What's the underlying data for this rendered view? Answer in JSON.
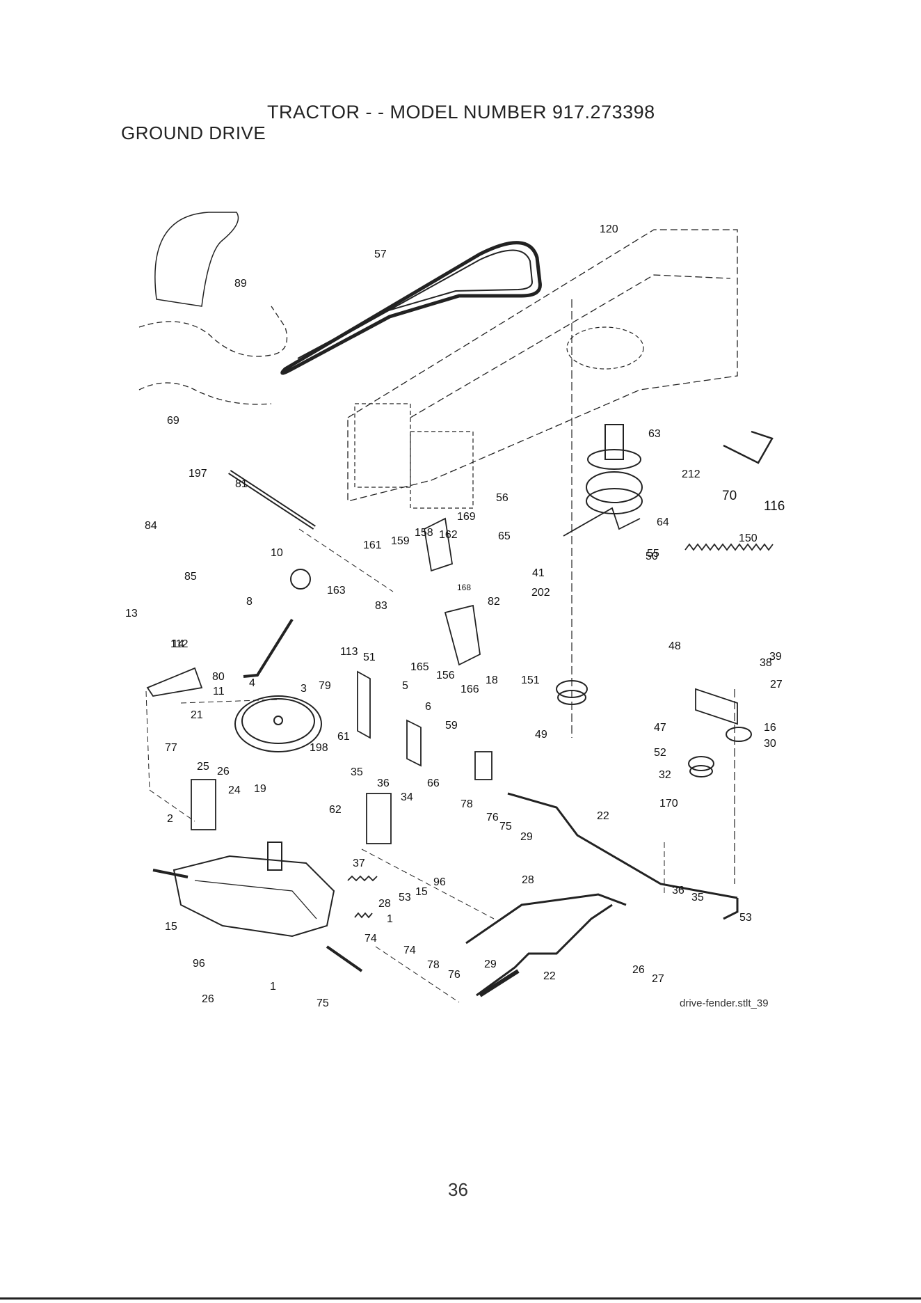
{
  "header": {
    "title": "TRACTOR - - MODEL NUMBER  917.273398",
    "subtitle": "GROUND DRIVE"
  },
  "diagram": {
    "part_labels": [
      "57",
      "120",
      "89",
      "69",
      "63",
      "212",
      "70",
      "116",
      "197",
      "81",
      "84",
      "85",
      "13",
      "14",
      "112",
      "80",
      "11",
      "21",
      "10",
      "8",
      "4",
      "3",
      "79",
      "198",
      "161",
      "159",
      "158",
      "162",
      "169",
      "163",
      "83",
      "168",
      "82",
      "165",
      "156",
      "166",
      "18",
      "113",
      "51",
      "5",
      "6",
      "59",
      "61",
      "66",
      "56",
      "65",
      "64",
      "41",
      "55",
      "50",
      "202",
      "150",
      "48",
      "38",
      "39",
      "27",
      "151",
      "49",
      "47",
      "16",
      "52",
      "30",
      "32",
      "170",
      "77",
      "25",
      "26",
      "24",
      "19",
      "2",
      "62",
      "35",
      "36",
      "34",
      "37",
      "28",
      "53",
      "15",
      "96",
      "1",
      "74",
      "78",
      "76",
      "75",
      "29",
      "22"
    ]
  },
  "caption": "drive-fender.stlt_39",
  "page_number": "36"
}
